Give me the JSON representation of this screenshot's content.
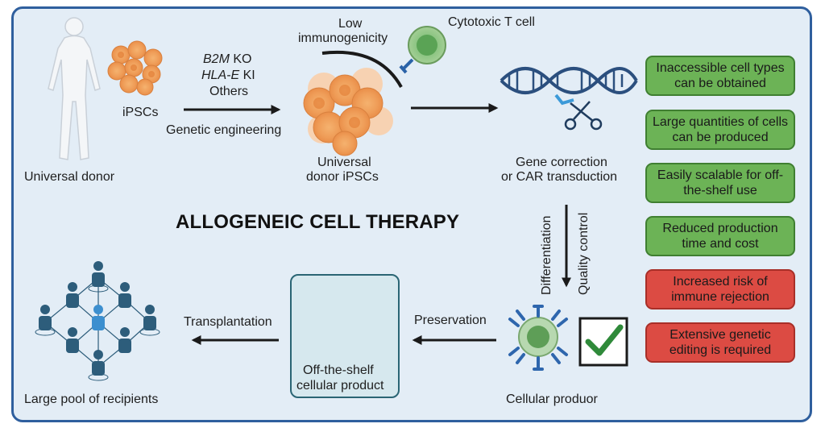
{
  "title": "ALLOGENEIC CELL THERAPY",
  "labels": {
    "universal_donor": "Universal donor",
    "ipscs": "iPSCs",
    "b2m": "B2M",
    "ko": " KO",
    "hlae": "HLA-E",
    "ki": " KI",
    "others": "Others",
    "genetic_engineering": "Genetic engineering",
    "low_immuno_1": "Low",
    "low_immuno_2": "immunogenicity",
    "cytotoxic_t_cell": "Cytotoxic T cell",
    "universal_ipsc_1": "Universal",
    "universal_ipsc_2": "donor iPSCs",
    "gene_correction_1": "Gene correction",
    "gene_correction_2": "or CAR transduction",
    "differentiation": "Differentiation",
    "quality_control": "Quality control",
    "preservation": "Preservation",
    "transplantation": "Transplantation",
    "offshelf_1": "Off-the-shelf",
    "offshelf_2": "cellular product",
    "cellular_producer": "Cellular produor",
    "recipients": "Large pool of recipients"
  },
  "advantages": [
    "Inaccessible cell types can be obtained",
    "Large quantities of cells can be produced",
    "Easily scalable for off-the-shelf use",
    "Reduced production time and cost"
  ],
  "disadvantages": [
    "Increased risk of immune rejection",
    "Extensive genetic editing is required"
  ],
  "colors": {
    "frame": "#2f5f9e",
    "background": "#e3edf6",
    "advantage": "#6cb356",
    "disadvantage": "#dc4b43",
    "cell": "#f0a060",
    "person": "#2d5d7b"
  }
}
